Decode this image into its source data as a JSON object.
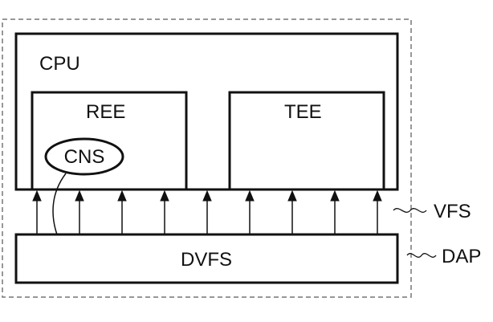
{
  "diagram": {
    "cpu_label": "CPU",
    "ree_label": "REE",
    "tee_label": "TEE",
    "cns_label": "CNS",
    "dvfs_label": "DVFS",
    "vfs_label": "VFS",
    "dap_label": "DAP",
    "colors": {
      "line": "#111111",
      "dashed_border": "#777777",
      "background": "#ffffff"
    }
  }
}
